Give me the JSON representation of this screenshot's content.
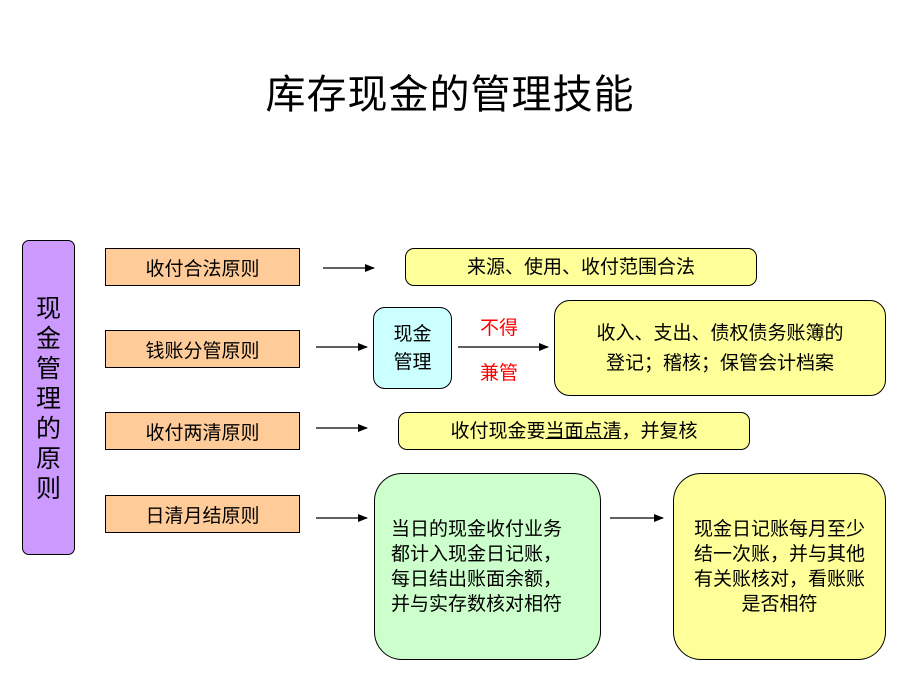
{
  "title": "库存现金的管理技能",
  "side_label": [
    "现",
    "金",
    "管",
    "理",
    "的",
    "原",
    "则"
  ],
  "principles": [
    "收付合法原则",
    "钱账分管原则",
    "收付两清原则",
    "日清月结原则"
  ],
  "results": {
    "r1": "来源、使用、收付范围合法",
    "r2_line1": "收入、支出、债权债务账簿的",
    "r2_line2": "登记；稽核；保管会计档案",
    "r3_pre": "收付现金要",
    "r3_underlined": "当面点清",
    "r3_post": "，并复核"
  },
  "cash_box": {
    "line1": "现金",
    "line2": "管理"
  },
  "arrow_labels": {
    "top": "不得",
    "bottom": "兼管"
  },
  "green_box": [
    "当日的现金收付业务",
    "都计入现金日记账，",
    "每日结出账面余额，",
    "并与实存数核对相符"
  ],
  "yellow_box": [
    "现金日记账每月至少",
    "结一次账，并与其他",
    "有关账核对，看账账",
    "是否相符"
  ],
  "colors": {
    "side": "#cc99ff",
    "principle": "#ffcc99",
    "result": "#ffff99",
    "cash": "#ccffff",
    "green": "#ccffcc",
    "red_text": "#ff0000"
  }
}
